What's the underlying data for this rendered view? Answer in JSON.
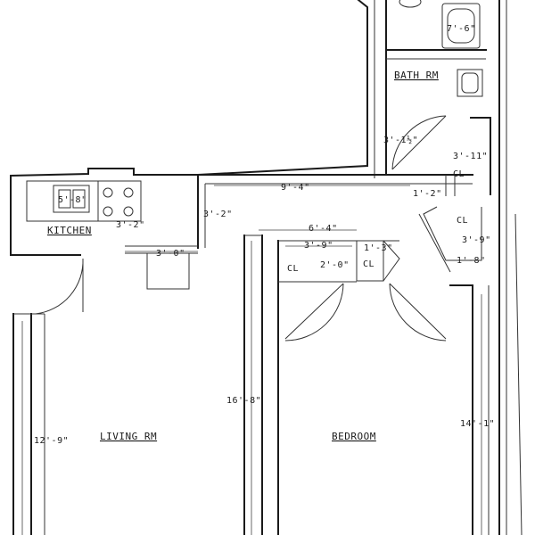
{
  "rooms": {
    "bath": "BATH RM",
    "kitchen": "KITCHEN",
    "living": "LIVING RM",
    "bedroom": "BEDROOM",
    "closet": "CL"
  },
  "dims": {
    "bath_top": "7'-6\"",
    "bath_door": "3'-1½\"",
    "bath_right": "3'-11\"",
    "hall_width": "9'-4\"",
    "hall_short": "1'-2\"",
    "kitchen_sink": "5'-8\"",
    "kitchen_depth": "3'-2\"",
    "hall_depth": "3'-2\"",
    "kitchen_opening": "3'-0\"",
    "bed_top": "6'-4\"",
    "closet_a_w": "3'-9\"",
    "closet_a_d": "2'-0\"",
    "closet_b_w": "1'-3\"",
    "closet_c_d": "3'-9\"",
    "closet_c_w": "1'-8\"",
    "living_depth": "16'-8\"",
    "living_width": "12'-9\"",
    "bed_width": "14'-1\""
  }
}
